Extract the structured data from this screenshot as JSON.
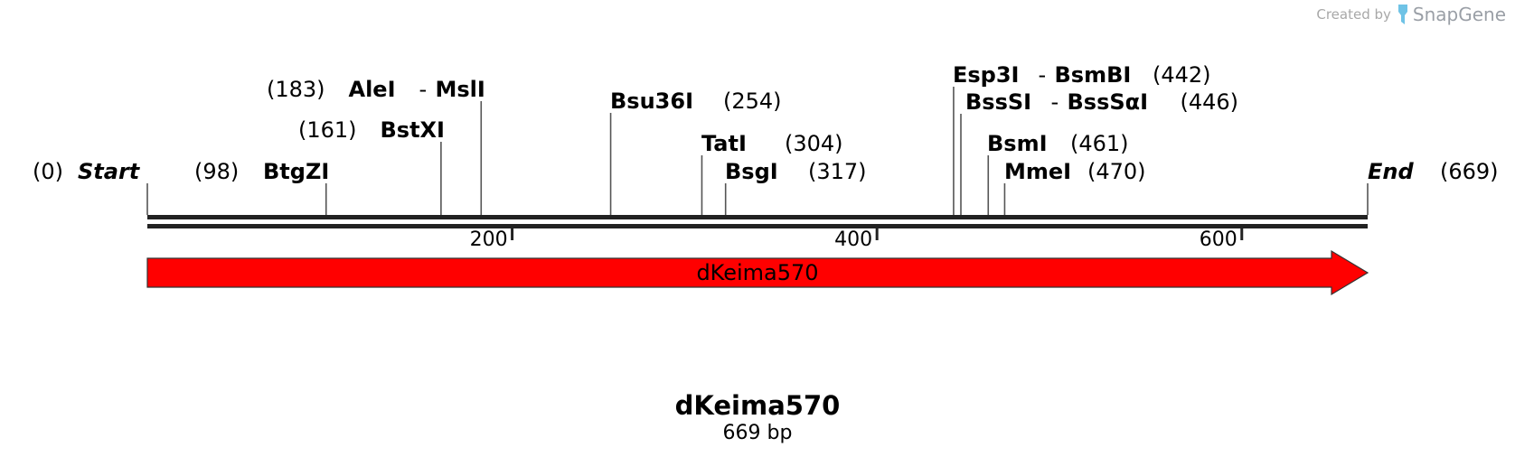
{
  "watermark": {
    "created_by": "Created by",
    "brand": "SnapGene",
    "logo_icon": "snapgene-logo-icon"
  },
  "sequence": {
    "name": "dKeima570",
    "length_label": "669 bp",
    "length": 669
  },
  "ruler": {
    "ticks": [
      {
        "pos": 200,
        "label": "200"
      },
      {
        "pos": 400,
        "label": "400"
      },
      {
        "pos": 600,
        "label": "600"
      }
    ]
  },
  "ends": [
    {
      "name": "Start",
      "pos": 0,
      "pos_label": "(0)"
    },
    {
      "name": "End",
      "pos": 669,
      "pos_label": "(669)"
    }
  ],
  "sites": [
    {
      "name": "BtgZI",
      "pos": 98,
      "pos_label": "(98)"
    },
    {
      "name": "BstXI",
      "pos": 161,
      "pos_label": "(161)"
    },
    {
      "name": "AleI",
      "alias": "MslI",
      "pos": 183,
      "pos_label": "(183)"
    },
    {
      "name": "Bsu36I",
      "pos": 254,
      "pos_label": "(254)"
    },
    {
      "name": "TatI",
      "pos": 304,
      "pos_label": "(304)"
    },
    {
      "name": "BsgI",
      "pos": 317,
      "pos_label": "(317)"
    },
    {
      "name": "Esp3I",
      "alias": "BsmBI",
      "pos": 442,
      "pos_label": "(442)"
    },
    {
      "name": "BssSI",
      "alias": "BssSαI",
      "pos": 446,
      "pos_label": "(446)"
    },
    {
      "name": "BsmI",
      "pos": 461,
      "pos_label": "(461)"
    },
    {
      "name": "MmeI",
      "pos": 470,
      "pos_label": "(470)"
    }
  ],
  "features": [
    {
      "name": "dKeima570",
      "start": 0,
      "end": 669,
      "direction": "forward",
      "color": "#ff0000",
      "label_color": "#ffffff"
    }
  ],
  "colors": {
    "backbone": "#222222",
    "site_line": "#555555"
  }
}
